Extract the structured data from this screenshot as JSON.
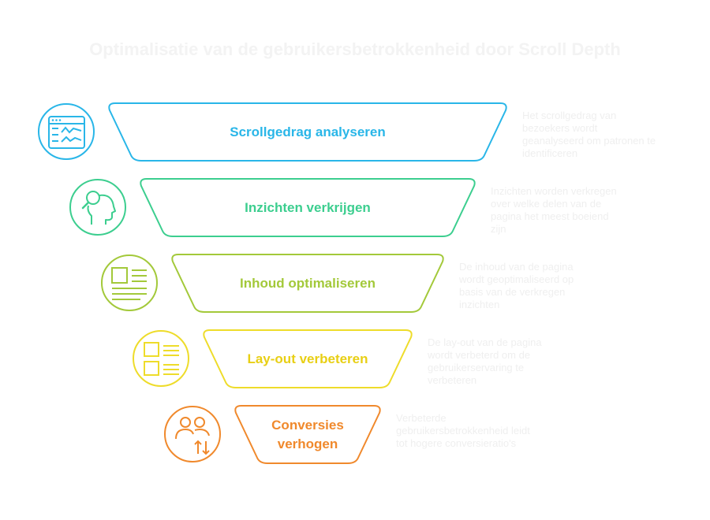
{
  "title": "Optimalisatie van de gebruikersbetrokkenheid door Scroll Depth",
  "colors": {
    "stage1": "#29b6e8",
    "stage2": "#3cce8f",
    "stage3": "#a3c93a",
    "stage4": "#eedc2a",
    "stage5": "#f0892c",
    "description_text": "#efefef",
    "title_text": "#f3f3f3"
  },
  "stages": [
    {
      "label": "Scrollgedrag analyseren",
      "icon": "dashboard-chart-icon",
      "description": "Het scrollgedrag van bezoekers wordt geanalyseerd om patronen te identificeren"
    },
    {
      "label": "Inzichten verkrijgen",
      "icon": "person-search-icon",
      "description": "Inzichten worden verkregen over welke delen van de pagina het meest boeiend zijn"
    },
    {
      "label": "Inhoud optimaliseren",
      "icon": "article-layout-icon",
      "description": "De inhoud van de pagina wordt geoptimaliseerd op basis van de verkregen inzichten"
    },
    {
      "label": "Lay-out verbeteren",
      "icon": "layout-grid-icon",
      "description": "De lay-out van de pagina wordt verbeterd om de gebruikerservaring te verbeteren"
    },
    {
      "label": "Conversies verhogen",
      "icon": "users-exchange-icon",
      "description": "Verbeterde gebruikersbetrokkenheid leidt tot hogere conversieratio's"
    }
  ]
}
